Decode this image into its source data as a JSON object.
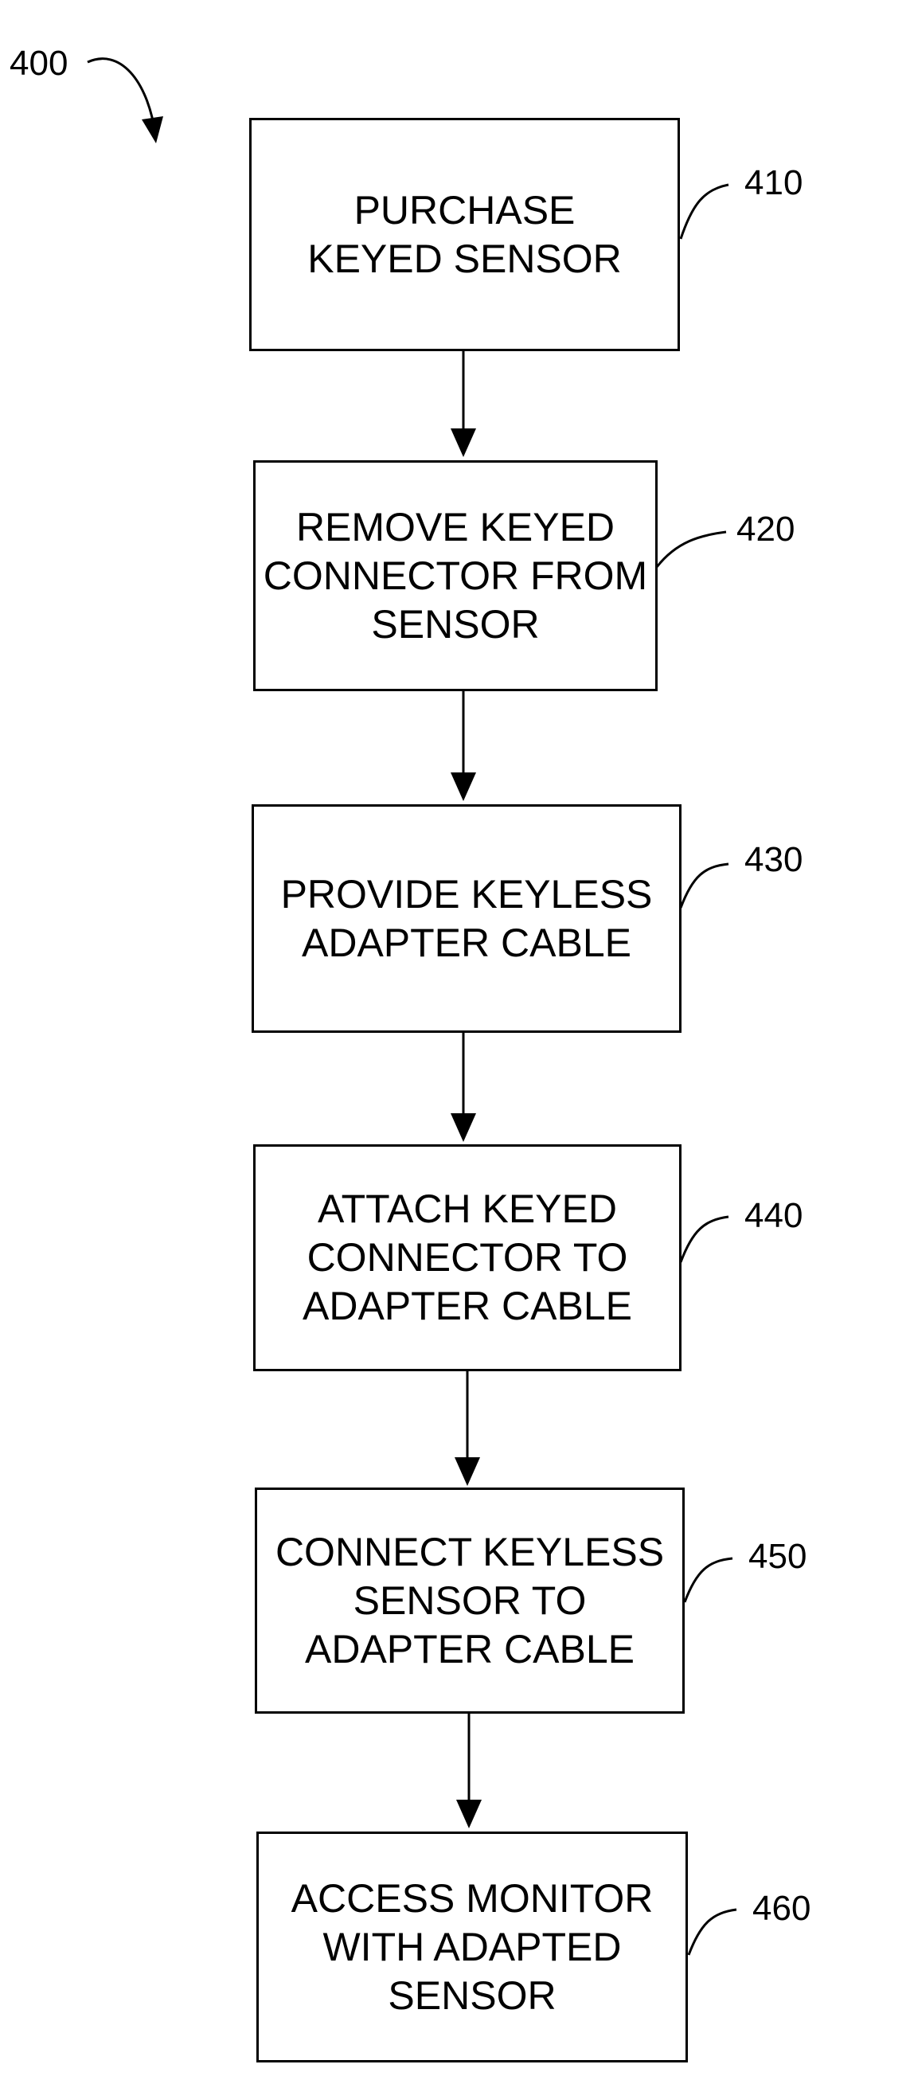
{
  "figure_label": "400",
  "steps": [
    {
      "ref": "410",
      "text": "PURCHASE\nKEYED SENSOR"
    },
    {
      "ref": "420",
      "text": "REMOVE KEYED\nCONNECTOR FROM\nSENSOR"
    },
    {
      "ref": "430",
      "text": "PROVIDE KEYLESS\nADAPTER CABLE"
    },
    {
      "ref": "440",
      "text": "ATTACH KEYED\nCONNECTOR TO\nADAPTER CABLE"
    },
    {
      "ref": "450",
      "text": "CONNECT KEYLESS\nSENSOR TO\nADAPTER CABLE"
    },
    {
      "ref": "460",
      "text": "ACCESS MONITOR\nWITH ADAPTED\nSENSOR"
    }
  ]
}
